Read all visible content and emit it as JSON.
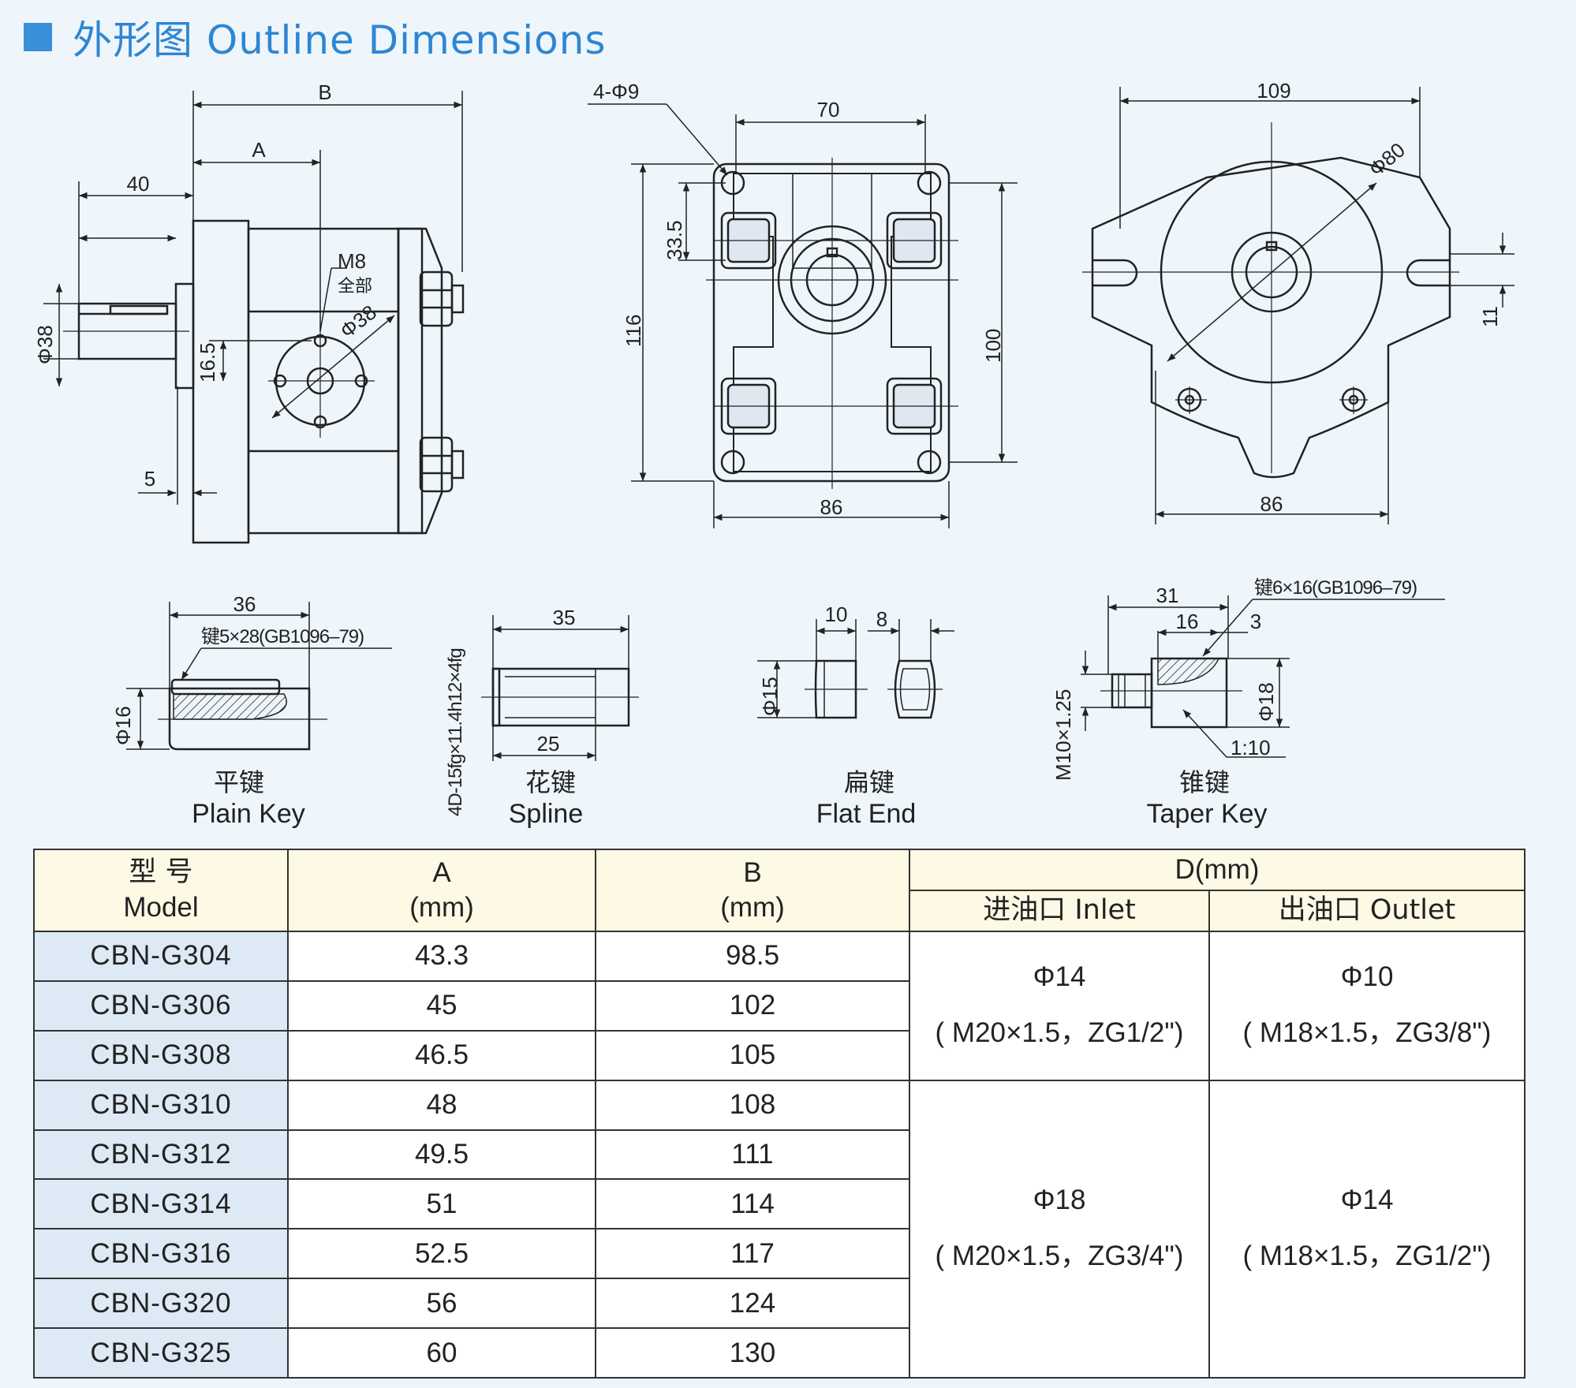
{
  "header": {
    "title": "外形图 Outline Dimensions"
  },
  "drawings": {
    "side_view": {
      "dim_b": "B",
      "dim_a": "A",
      "dim_40": "40",
      "thread": "M8",
      "thread_note": "全部",
      "bolt_circle": "Φ38",
      "dim_16_5": "16.5",
      "shaft_dia": "Φ38",
      "dim_5": "5"
    },
    "front_view": {
      "holes": "4-Φ9",
      "dim_70": "70",
      "dim_33_5": "33.5",
      "dim_116": "116",
      "dim_100": "100",
      "dim_86": "86"
    },
    "rear_view": {
      "dim_109": "109",
      "dia_80": "Φ80",
      "dim_11": "11",
      "dim_86": "86"
    },
    "shaft_ends": [
      {
        "zh": "平键",
        "en": "Plain Key",
        "dim_len": "36",
        "key_note": "键5×28(GB1096–79)",
        "dia": "Φ16"
      },
      {
        "zh": "花键",
        "en": "Spline",
        "dim_len": "35",
        "dim_25": "25",
        "spec": "4D-15fg×11.4h12×4fg"
      },
      {
        "zh": "扁键",
        "en": "Flat End",
        "dim_10": "10",
        "dim_8": "8",
        "dia": "Φ15"
      },
      {
        "zh": "锥键",
        "en": "Taper Key",
        "key_note": "键6×16(GB1096–79)",
        "dim_31": "31",
        "dim_16": "16",
        "dim_3": "3",
        "thread": "M10×1.25",
        "dia": "Φ18",
        "taper": "1:10"
      }
    ]
  },
  "table": {
    "headers": {
      "model_zh": "型  号",
      "model_en": "Model",
      "a_label": "A",
      "a_unit": "(mm)",
      "b_label": "B",
      "b_unit": "(mm)",
      "d_label": "D(mm)",
      "inlet": "进油口 Inlet",
      "outlet": "出油口 Outlet"
    },
    "rows": [
      {
        "model": "CBN-G304",
        "a": "43.3",
        "b": "98.5"
      },
      {
        "model": "CBN-G306",
        "a": "45",
        "b": "102"
      },
      {
        "model": "CBN-G308",
        "a": "46.5",
        "b": "105"
      },
      {
        "model": "CBN-G310",
        "a": "48",
        "b": "108"
      },
      {
        "model": "CBN-G312",
        "a": "49.5",
        "b": "111"
      },
      {
        "model": "CBN-G314",
        "a": "51",
        "b": "114"
      },
      {
        "model": "CBN-G316",
        "a": "52.5",
        "b": "117"
      },
      {
        "model": "CBN-G320",
        "a": "56",
        "b": "124"
      },
      {
        "model": "CBN-G325",
        "a": "60",
        "b": "130"
      }
    ],
    "ports": [
      {
        "inlet_dia": "Φ14",
        "inlet_thread": "( M20×1.5，ZG1/2\")",
        "outlet_dia": "Φ10",
        "outlet_thread": "( M18×1.5，ZG3/8\")"
      },
      {
        "inlet_dia": "Φ18",
        "inlet_thread": "( M20×1.5，ZG3/4\")",
        "outlet_dia": "Φ14",
        "outlet_thread": "( M18×1.5，ZG1/2\")"
      }
    ]
  }
}
